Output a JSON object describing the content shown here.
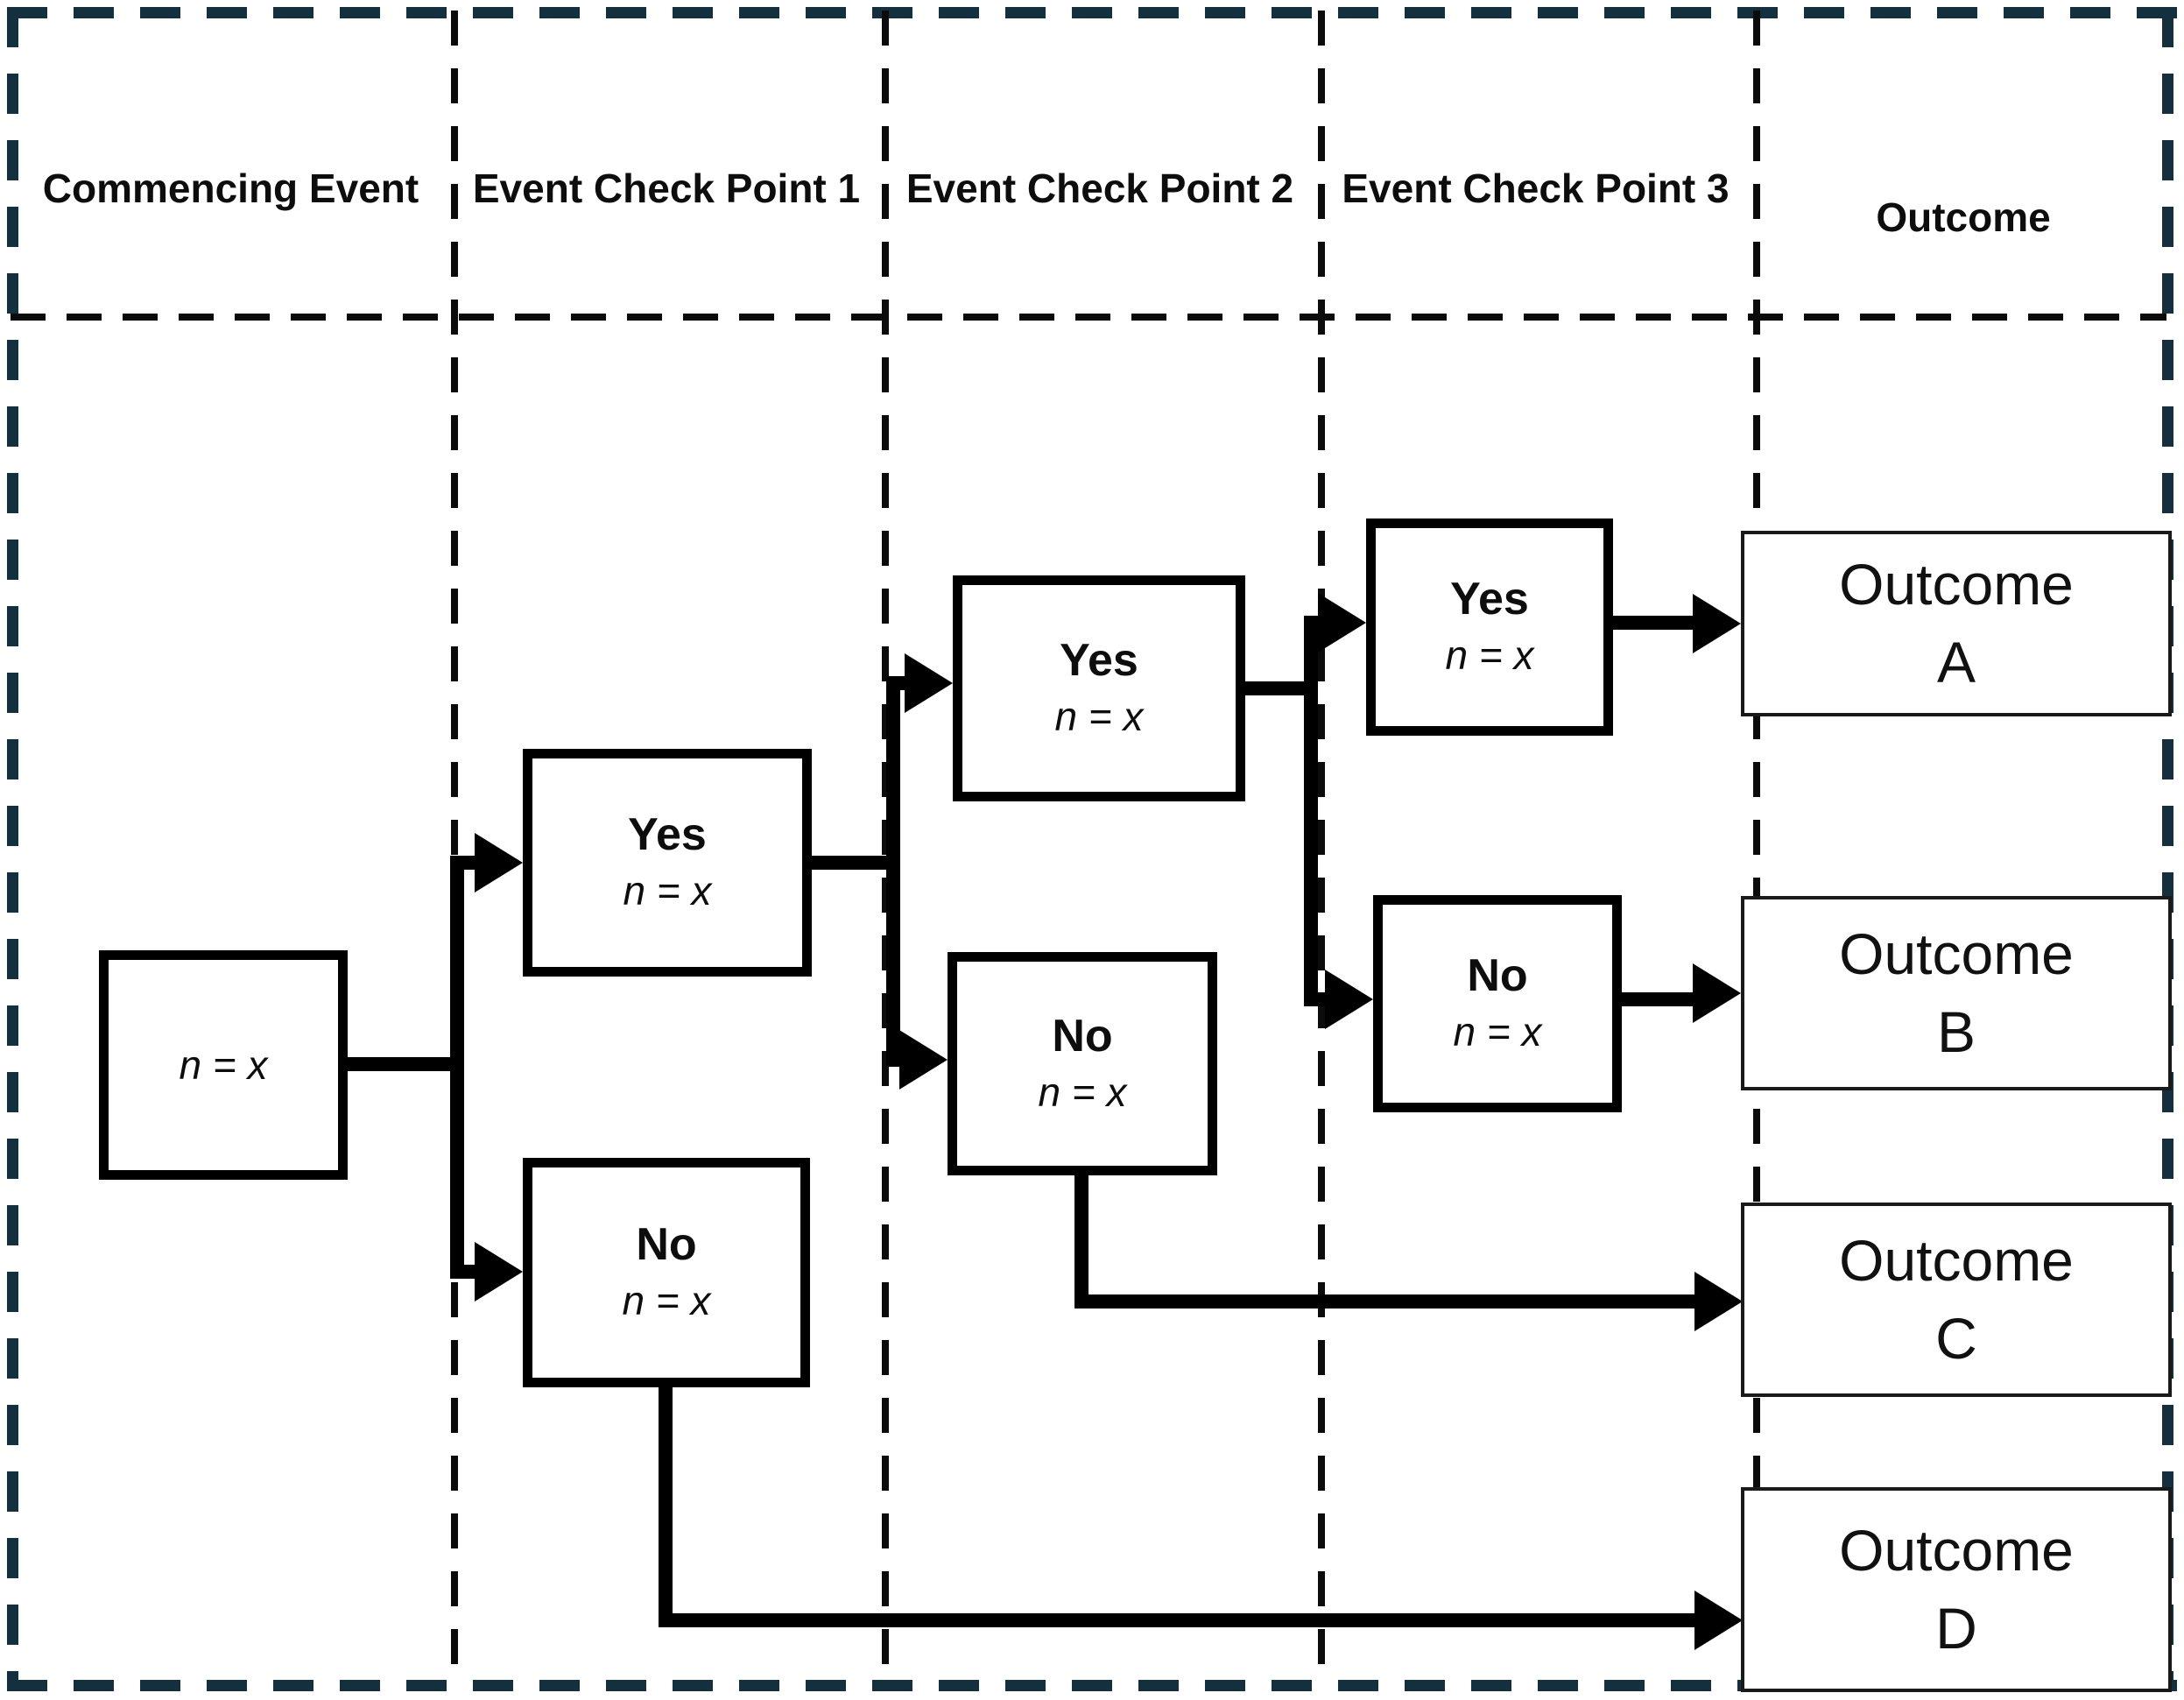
{
  "diagram": {
    "type": "flowchart-decision-tree",
    "columns": [
      {
        "label": "Commencing Event"
      },
      {
        "label": "Event Check Point 1"
      },
      {
        "label": "Event Check Point 2"
      },
      {
        "label": "Event Check Point 3"
      },
      {
        "label": "Outcome"
      }
    ],
    "nodes": {
      "commencing": {
        "sample": "n = x"
      },
      "cp1_yes": {
        "title": "Yes",
        "sample": "n = x"
      },
      "cp1_no": {
        "title": "No",
        "sample": "n = x"
      },
      "cp2_yes": {
        "title": "Yes",
        "sample": "n = x"
      },
      "cp2_no": {
        "title": "No",
        "sample": "n = x"
      },
      "cp3_yes": {
        "title": "Yes",
        "sample": "n = x"
      },
      "cp3_no": {
        "title": "No",
        "sample": "n = x"
      }
    },
    "outcomes": [
      {
        "line1": "Outcome",
        "line2": "A"
      },
      {
        "line1": "Outcome",
        "line2": "B"
      },
      {
        "line1": "Outcome",
        "line2": "C"
      },
      {
        "line1": "Outcome",
        "line2": "D"
      }
    ],
    "edges": [
      {
        "from": "commencing",
        "to": "cp1_yes"
      },
      {
        "from": "commencing",
        "to": "cp1_no"
      },
      {
        "from": "cp1_yes",
        "to": "cp2_yes"
      },
      {
        "from": "cp1_yes",
        "to": "cp2_no"
      },
      {
        "from": "cp2_yes",
        "to": "cp3_yes"
      },
      {
        "from": "cp2_yes",
        "to": "cp3_no"
      },
      {
        "from": "cp3_yes",
        "to": "outcome_a"
      },
      {
        "from": "cp3_no",
        "to": "outcome_b"
      },
      {
        "from": "cp2_no",
        "to": "outcome_c"
      },
      {
        "from": "cp1_no",
        "to": "outcome_d"
      }
    ],
    "colors": {
      "outer_border": "#14303f",
      "divider": "#0b0b0b",
      "line": "#000000",
      "background": "#ffffff"
    }
  }
}
